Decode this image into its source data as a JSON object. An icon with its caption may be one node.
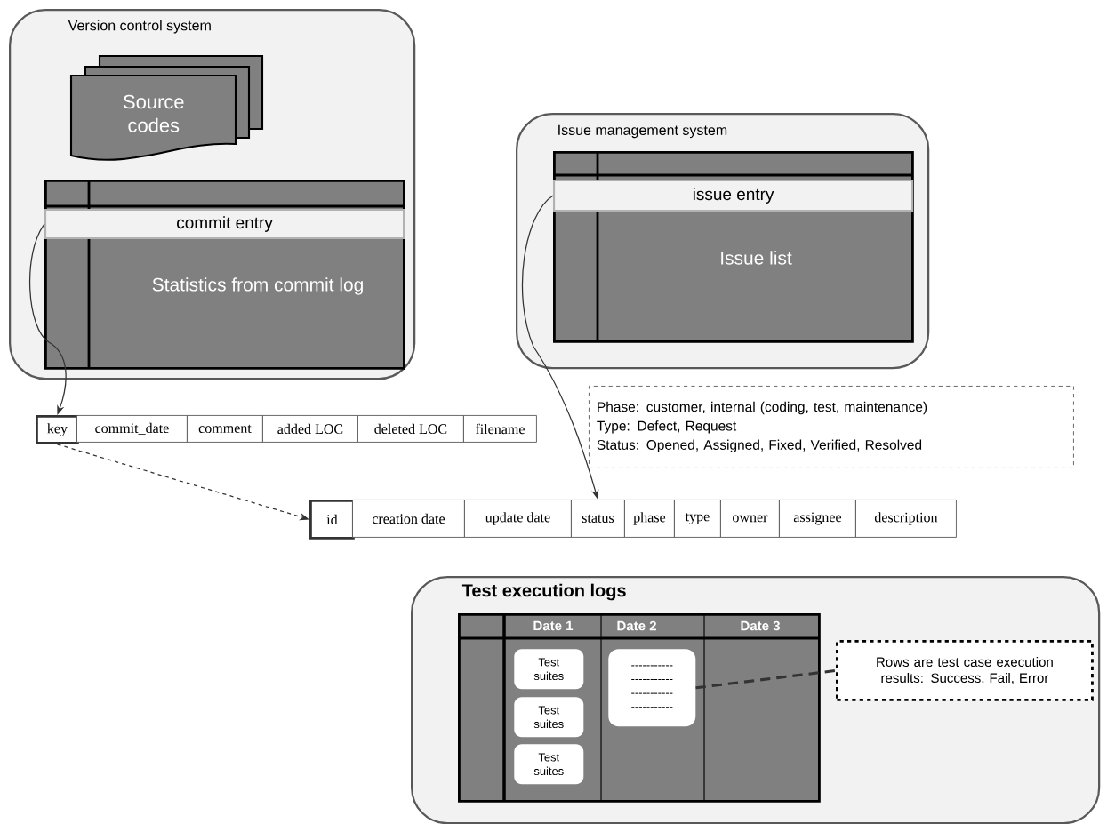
{
  "diagram": {
    "nodes": [
      {
        "text": [
          "Version control system"
        ]
      },
      {
        "text": [
          "Source codes"
        ],
        "in": 0
      },
      {
        "text": [
          "Statistics from commit log"
        ],
        "in": 0
      },
      {
        "text": [
          "commit entry"
        ],
        "in": 2
      },
      {
        "text": [
          "Issue management system"
        ]
      },
      {
        "text": [
          "Issue list"
        ],
        "in": 4
      },
      {
        "text": [
          "issue entry"
        ],
        "in": 5
      },
      {
        "text": [
          "key"
        ]
      },
      {
        "text": [
          "commit_date"
        ]
      },
      {
        "text": [
          "comment"
        ]
      },
      {
        "text": [
          "added LOC"
        ]
      },
      {
        "text": [
          "deleted LOC"
        ]
      },
      {
        "text": [
          "filename"
        ]
      },
      {
        "text": [
          "id"
        ]
      },
      {
        "text": [
          "creation date"
        ]
      },
      {
        "text": [
          "update date"
        ]
      },
      {
        "text": [
          "status"
        ]
      },
      {
        "text": [
          "phase"
        ]
      },
      {
        "text": [
          "type"
        ]
      },
      {
        "text": [
          "owner"
        ]
      },
      {
        "text": [
          "assignee"
        ]
      },
      {
        "text": [
          "description"
        ]
      },
      {
        "text": [
          "Phase: customer, internal (coding, test, maintenance)",
          "Type: Defect, Request",
          "Status: Opened, Assigned, Fixed, Verified, Resolved"
        ]
      },
      {
        "text": [
          "Test execution logs"
        ]
      },
      {
        "text": [
          "Date 1",
          "Date 2",
          "Date 3"
        ],
        "in": 23
      },
      {
        "text": [
          "Test suites"
        ],
        "in": 24
      },
      {
        "text": [
          "Test suites"
        ],
        "in": 24
      },
      {
        "text": [
          "Test suites"
        ],
        "in": 24
      },
      {
        "text": [
          "-----------",
          "-----------",
          "-----------",
          "-----------"
        ],
        "in": 24
      },
      {
        "text": [
          "Rows are test case execution results: Success, Fail, Error"
        ],
        "in": 23
      }
    ],
    "edges": [
      {
        "from": 3,
        "to": 7,
        "arrow": "to"
      },
      {
        "from": 7,
        "to": 13,
        "arrow": "to",
        "style": "dashed"
      },
      {
        "from": 6,
        "to": 16,
        "arrow": "to"
      },
      {
        "from": 28,
        "to": 29,
        "arrow": "none",
        "style": "dashed"
      }
    ]
  }
}
